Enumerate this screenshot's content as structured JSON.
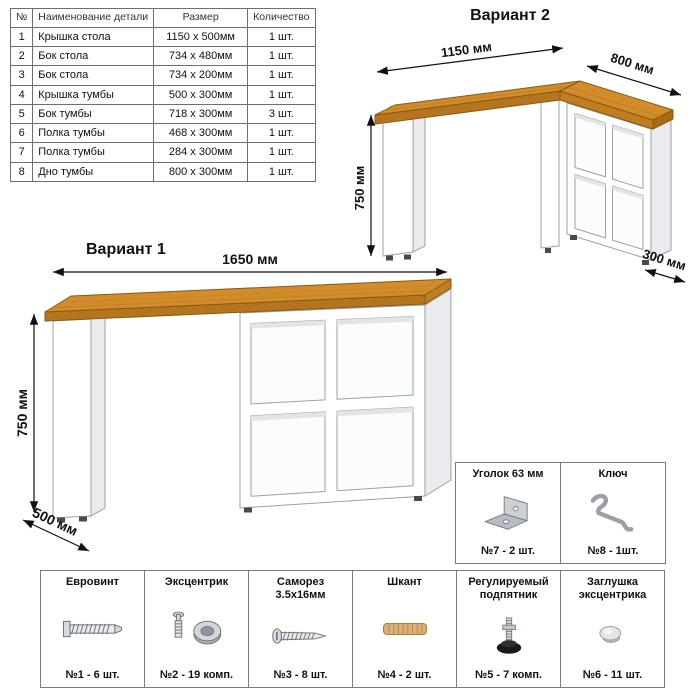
{
  "table": {
    "headers": [
      "№",
      "Наименование детали",
      "Размер",
      "Количество"
    ],
    "rows": [
      [
        "1",
        "Крышка стола",
        "1150 x 500мм",
        "1 шт."
      ],
      [
        "2",
        "Бок стола",
        "734 x 480мм",
        "1 шт."
      ],
      [
        "3",
        "Бок стола",
        "734 x 200мм",
        "1 шт."
      ],
      [
        "4",
        "Крышка тумбы",
        "500 x 300мм",
        "1 шт."
      ],
      [
        "5",
        "Бок тумбы",
        "718 x 300мм",
        "3 шт."
      ],
      [
        "6",
        "Полка тумбы",
        "468 x 300мм",
        "1 шт."
      ],
      [
        "7",
        "Полка тумбы",
        "284 x 300мм",
        "1 шт."
      ],
      [
        "8",
        "Дно тумбы",
        "800 x 300мм",
        "1 шт."
      ]
    ]
  },
  "variant1": {
    "title": "Вариант 1",
    "dim_width": "1650 мм",
    "dim_height": "750 мм",
    "dim_depth": "500 мм"
  },
  "variant2": {
    "title": "Вариант 2",
    "dim_width": "1150 мм",
    "dim_depth": "800 мм",
    "dim_height": "750 мм",
    "dim_side": "300 мм"
  },
  "hardware": {
    "top": [
      {
        "title": "Уголок 63 мм",
        "count": "№7 - 2 шт.",
        "icon": "corner-bracket"
      },
      {
        "title": "Ключ",
        "count": "№8 - 1шт.",
        "icon": "hex-key"
      }
    ],
    "row": [
      {
        "title": "Евровинт",
        "count": "№1 - 6 шт.",
        "icon": "confirmat-screw"
      },
      {
        "title": "Эксцентрик",
        "count": "№2 - 19 комп.",
        "icon": "cam-lock"
      },
      {
        "title": "Саморез 3.5x16мм",
        "count": "№3 - 8 шт.",
        "icon": "self-tapping-screw"
      },
      {
        "title": "Шкант",
        "count": "№4 - 2 шт.",
        "icon": "wooden-dowel"
      },
      {
        "title": "Регулируемый подпятник",
        "count": "№5 - 7 комп.",
        "icon": "adjustable-foot"
      },
      {
        "title": "Заглушка эксцентрика",
        "count": "№6 - 11 шт.",
        "icon": "cam-cap"
      }
    ]
  },
  "colors": {
    "wood": "#d28c2b",
    "wood_shadow": "#b5741e",
    "panel_outline": "#9ba1a7",
    "dimension": "#111111"
  }
}
